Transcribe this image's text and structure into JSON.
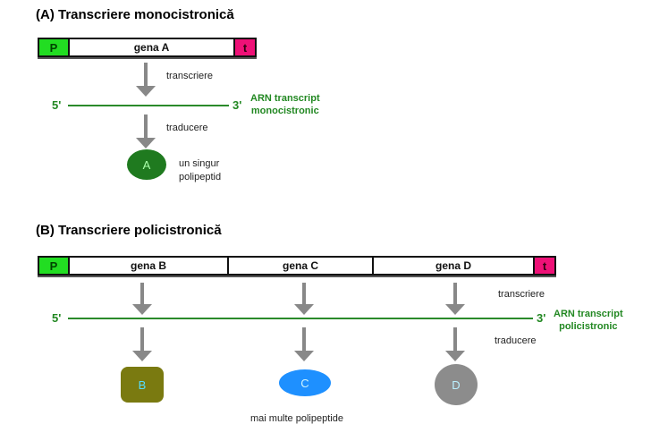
{
  "section_a": {
    "heading": "(A) Transcriere monocistronică",
    "promoter": "P",
    "terminator": "t",
    "gene": "gena A",
    "step_transcription": "transcriere",
    "end5": "5'",
    "end3": "3'",
    "rna_label_line1": "ARN transcript",
    "rna_label_line2": "monocistronic",
    "step_translation": "traducere",
    "protein": "A",
    "protein_label_line1": "un singur",
    "protein_label_line2": "polipeptid"
  },
  "section_b": {
    "heading": "(B) Transcriere policistronică",
    "promoter": "P",
    "terminator": "t",
    "genes": [
      "gena B",
      "gena C",
      "gena D"
    ],
    "step_transcription": "transcriere",
    "end5": "5'",
    "end3": "3'",
    "rna_label_line1": "ARN transcript",
    "rna_label_line2": "policistronic",
    "step_translation": "traducere",
    "proteins": [
      "B",
      "C",
      "D"
    ],
    "proteins_label": "mai multe polipeptide"
  },
  "colors": {
    "promoter": "#22dd22",
    "terminator": "#ee1177",
    "rna": "#2a8a2a",
    "protein_a": "#1f7a1f",
    "protein_b": "#7a7a10",
    "protein_c": "#1e90ff",
    "protein_d": "#8c8c8c"
  }
}
